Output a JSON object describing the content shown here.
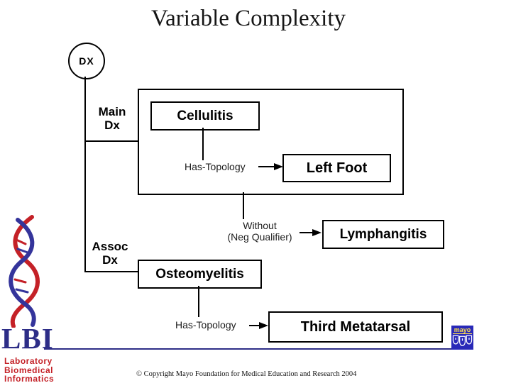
{
  "title": "Variable Complexity",
  "colors": {
    "navy": "#2d2d87",
    "red": "#c42127",
    "mayo_blue": "#2929b8",
    "mayo_yellow": "#ffe14d",
    "line": "#000000"
  },
  "diagram": {
    "root": {
      "label": "DX"
    },
    "branches": {
      "main": {
        "line1": "Main",
        "line2": "Dx"
      },
      "assoc": {
        "line1": "Assoc",
        "line2": "Dx"
      }
    },
    "nodes": {
      "cellulitis": "Cellulitis",
      "left_foot": "Left Foot",
      "lymphangitis": "Lymphangitis",
      "osteomyelitis": "Osteomyelitis",
      "third_metatarsal": "Third Metatarsal"
    },
    "edges": {
      "has_topology_1": "Has-Topology",
      "without_line1": "Without",
      "without_line2": "(Neg Qualifier)",
      "has_topology_2": "Has-Topology"
    }
  },
  "footer": {
    "copyright": "© Copyright Mayo Foundation for Medical Education and Research 2004"
  },
  "logos": {
    "lbi": {
      "acronym": "LBI",
      "words": [
        "Laboratory",
        "Biomedical",
        "Informatics"
      ]
    },
    "mayo": {
      "text": "mayo"
    }
  }
}
